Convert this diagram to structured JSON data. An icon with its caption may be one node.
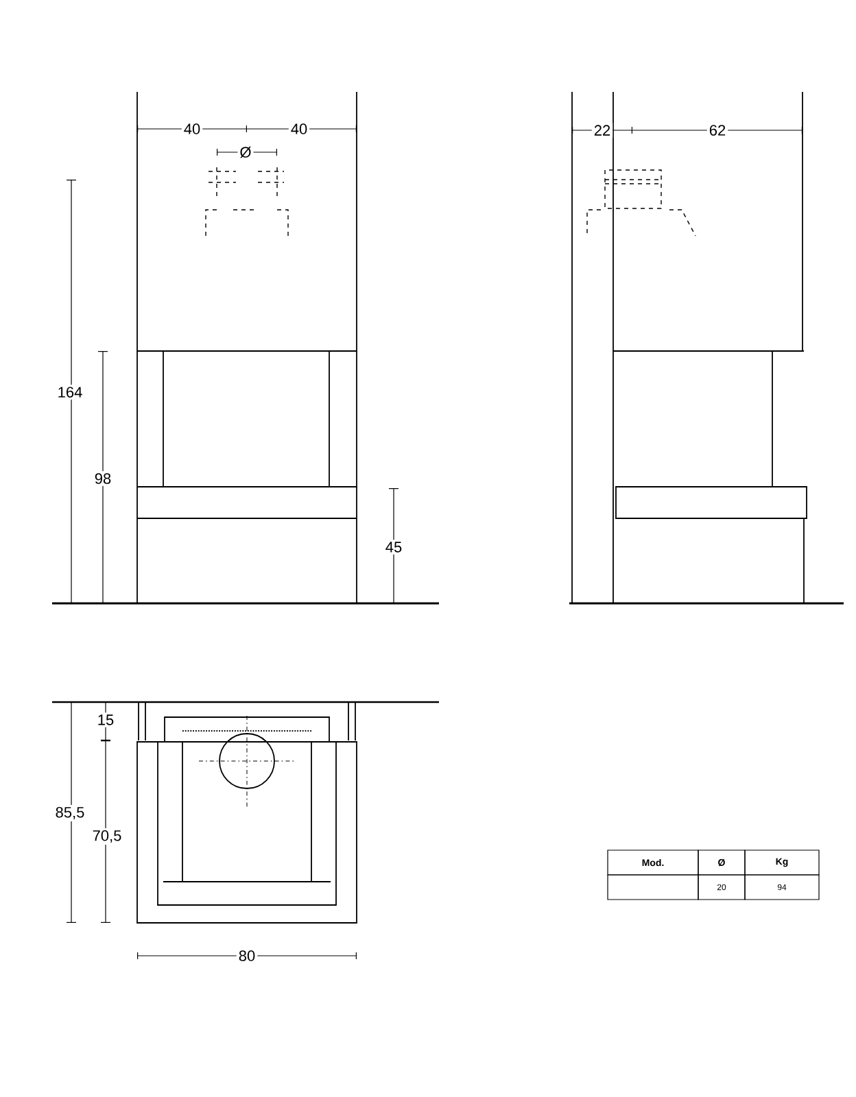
{
  "diagram": {
    "labels": [
      "40",
      "40",
      "Ø",
      "164",
      "98",
      "45",
      "22",
      "62",
      "15",
      "85,5",
      "70,5",
      "80",
      "Mod.",
      "Ø",
      "Kg",
      "20",
      "94"
    ]
  }
}
